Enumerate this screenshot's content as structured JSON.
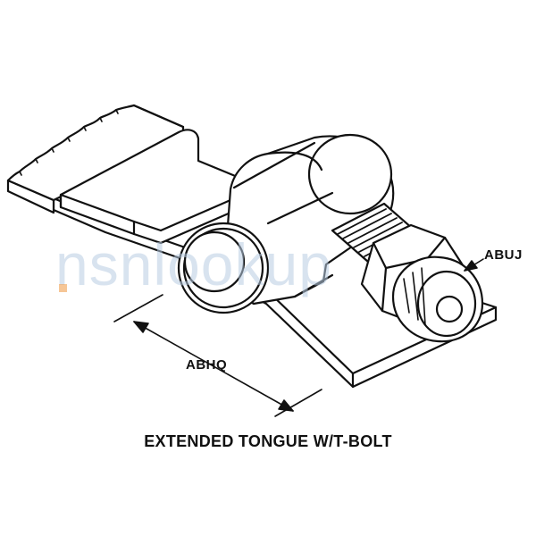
{
  "figure": {
    "caption": "EXTENDED TONGUE W/T-BOLT",
    "dimension_labels": {
      "tongue_length": "ABHQ",
      "thread_size": "ABUJ"
    },
    "watermark": "nsnlookup",
    "parts": [
      "flat-strap",
      "extended-tongue",
      "t-bolt-body",
      "threaded-stud",
      "hex-nut"
    ]
  }
}
